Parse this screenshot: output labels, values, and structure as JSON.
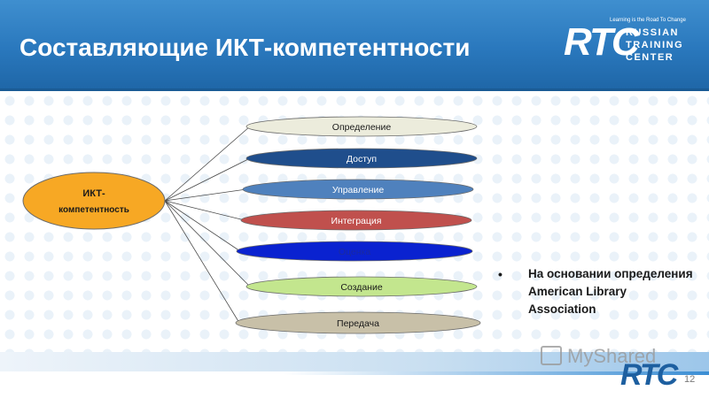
{
  "slide": {
    "title": "Составляющие ИКТ-компетентности",
    "page_number": "12"
  },
  "logo": {
    "letters": "RTC",
    "tagline": "Learning is the Road To Change",
    "words": [
      "RUSSIAN",
      "TRAINING",
      "CENTER"
    ]
  },
  "diagram": {
    "center": {
      "label_line1": "ИКТ-",
      "label_line2": "компетентность",
      "color": "#f7a824"
    },
    "branches": [
      {
        "label": "Определение",
        "fill": "#ececdc",
        "text": "#1a1a1a"
      },
      {
        "label": "Доступ",
        "fill": "#1f4e8c",
        "text": "#ffffff"
      },
      {
        "label": "Управление",
        "fill": "#4f81bd",
        "text": "#ffffff"
      },
      {
        "label": "Интеграция",
        "fill": "#c0504d",
        "text": "#ffffff"
      },
      {
        "label": "Оценка",
        "fill": "#0a22d0",
        "text": "#1a2aa0"
      },
      {
        "label": "Создание",
        "fill": "#c3e68e",
        "text": "#1a1a1a"
      },
      {
        "label": "Передача",
        "fill": "#c8c0a8",
        "text": "#1a1a1a"
      }
    ]
  },
  "note": {
    "bullet": "•",
    "text": "На основании определения American Library Association"
  },
  "watermark": {
    "text": "MyShared"
  },
  "colors": {
    "header": "#2a78bd",
    "accent": "#1d5fa0"
  }
}
